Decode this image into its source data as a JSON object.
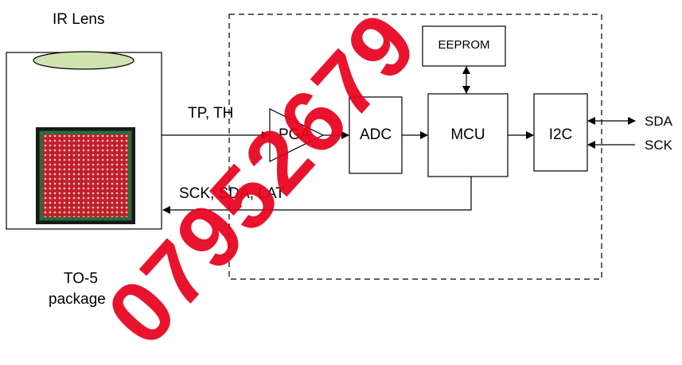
{
  "labels": {
    "ir_lens": "IR Lens",
    "to5_line1": "TO-5",
    "to5_line2": "package",
    "tp_th": "TP, TH",
    "sck_sda_lat": "SCK, SDA, LAT",
    "pga": "PGA",
    "adc": "ADC",
    "mcu": "MCU",
    "i2c": "I2C",
    "eeprom": "EEPROM",
    "sda": "SDA",
    "sck": "SCK"
  },
  "watermark": "07952679",
  "colors": {
    "watermark": "#e8001c",
    "sensor_fill": "#c0202a",
    "sensor_grid": "#f3c9c9",
    "lens_fill": "#cfe3b0"
  }
}
